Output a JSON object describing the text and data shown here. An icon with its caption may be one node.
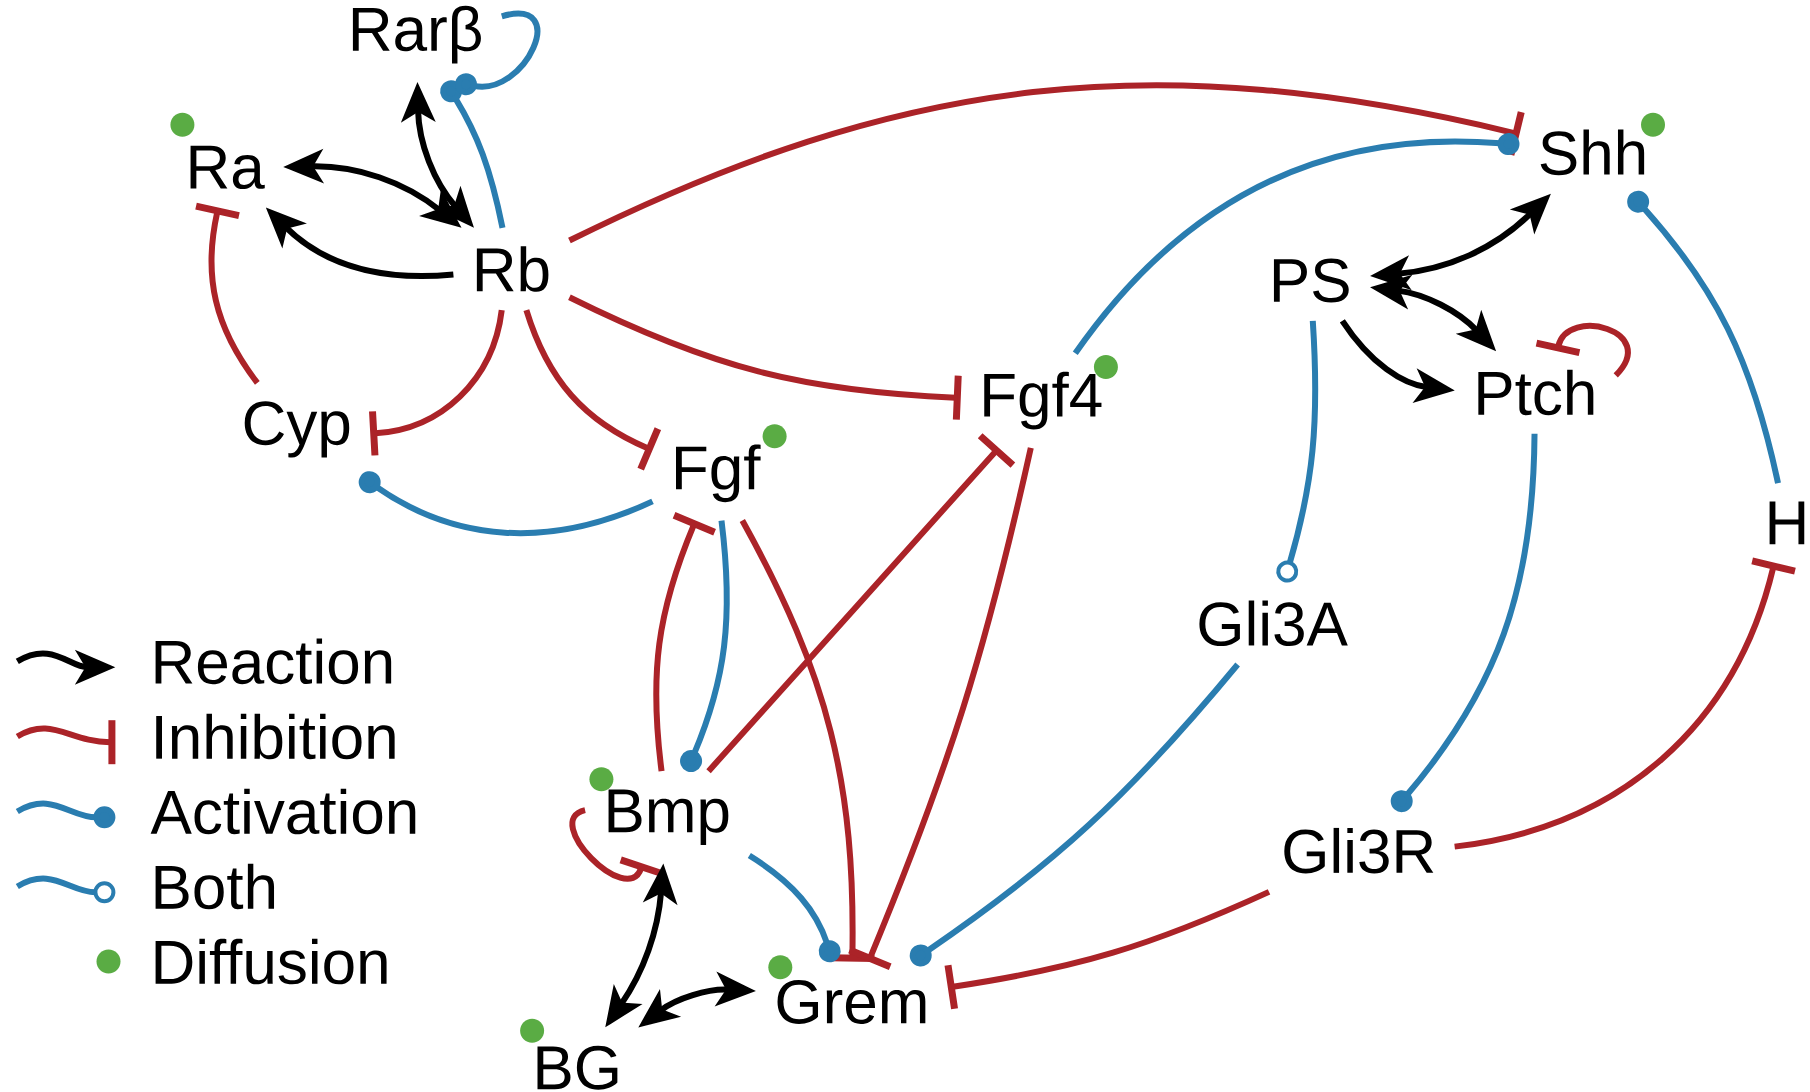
{
  "diagram": {
    "nodes": [
      {
        "text": [
          "Rarβ"
        ]
      },
      {
        "text": [
          "Ra"
        ]
      },
      {
        "text": [
          "Rb"
        ]
      },
      {
        "text": [
          "Cyp"
        ]
      },
      {
        "text": [
          "Fgf"
        ]
      },
      {
        "text": [
          "Fgf4"
        ]
      },
      {
        "text": [
          "Shh"
        ]
      },
      {
        "text": [
          "PS"
        ]
      },
      {
        "text": [
          "Ptch"
        ]
      },
      {
        "text": [
          "Gli3A"
        ]
      },
      {
        "text": [
          "H"
        ]
      },
      {
        "text": [
          "Gli3R"
        ]
      },
      {
        "text": [
          "Bmp"
        ]
      },
      {
        "text": [
          "Grem"
        ]
      },
      {
        "text": [
          "BG"
        ]
      }
    ],
    "edges": [
      {
        "from": 2,
        "to": 0,
        "arrow": "both",
        "color": "#000000"
      },
      {
        "from": 1,
        "to": 2,
        "arrow": "both",
        "color": "#000000"
      },
      {
        "from": 2,
        "to": 1,
        "arrow": "to",
        "color": "#000000"
      },
      {
        "from": 2,
        "to": 0,
        "arrow": "other",
        "color": "#2a7db0"
      },
      {
        "from": 0,
        "to": 0,
        "arrow": "other",
        "color": "#2a7db0"
      },
      {
        "from": 2,
        "to": 6,
        "arrow": "other",
        "color": "#ab2328"
      },
      {
        "from": 3,
        "to": 1,
        "arrow": "other",
        "color": "#ab2328"
      },
      {
        "from": 2,
        "to": 3,
        "arrow": "other",
        "color": "#ab2328"
      },
      {
        "from": 2,
        "to": 4,
        "arrow": "other",
        "color": "#ab2328"
      },
      {
        "from": 2,
        "to": 5,
        "arrow": "other",
        "color": "#ab2328"
      },
      {
        "from": 4,
        "to": 3,
        "arrow": "other",
        "color": "#2a7db0"
      },
      {
        "from": 5,
        "to": 6,
        "arrow": "other",
        "color": "#2a7db0"
      },
      {
        "from": 10,
        "to": 6,
        "arrow": "other",
        "color": "#2a7db0"
      },
      {
        "from": 7,
        "to": 6,
        "arrow": "both",
        "color": "#000000"
      },
      {
        "from": 7,
        "to": 8,
        "arrow": "both",
        "color": "#000000"
      },
      {
        "from": 7,
        "to": 8,
        "arrow": "to",
        "color": "#000000"
      },
      {
        "from": 8,
        "to": 8,
        "arrow": "other",
        "color": "#ab2328"
      },
      {
        "from": 7,
        "to": 9,
        "arrow": "other",
        "color": "#2a7db0"
      },
      {
        "from": 8,
        "to": 11,
        "arrow": "other",
        "color": "#2a7db0"
      },
      {
        "from": 11,
        "to": 10,
        "arrow": "other",
        "color": "#ab2328"
      },
      {
        "from": 11,
        "to": 13,
        "arrow": "other",
        "color": "#ab2328"
      },
      {
        "from": 9,
        "to": 13,
        "arrow": "other",
        "color": "#2a7db0"
      },
      {
        "from": 4,
        "to": 12,
        "arrow": "other",
        "color": "#2a7db0"
      },
      {
        "from": 12,
        "to": 4,
        "arrow": "other",
        "color": "#ab2328"
      },
      {
        "from": 12,
        "to": 5,
        "arrow": "other",
        "color": "#ab2328"
      },
      {
        "from": 4,
        "to": 13,
        "arrow": "other",
        "color": "#ab2328"
      },
      {
        "from": 5,
        "to": 13,
        "arrow": "other",
        "color": "#ab2328"
      },
      {
        "from": 12,
        "to": 13,
        "arrow": "other",
        "color": "#2a7db0"
      },
      {
        "from": 12,
        "to": 12,
        "arrow": "other",
        "color": "#ab2328"
      },
      {
        "from": 12,
        "to": 14,
        "arrow": "both",
        "color": "#000000"
      },
      {
        "from": 14,
        "to": 13,
        "arrow": "both",
        "color": "#000000"
      }
    ],
    "legend": [
      {
        "text": "Reaction"
      },
      {
        "text": "Inhibition"
      },
      {
        "text": "Activation"
      },
      {
        "text": "Both"
      },
      {
        "text": "Diffusion",
        "color": "#5aac44"
      }
    ]
  }
}
